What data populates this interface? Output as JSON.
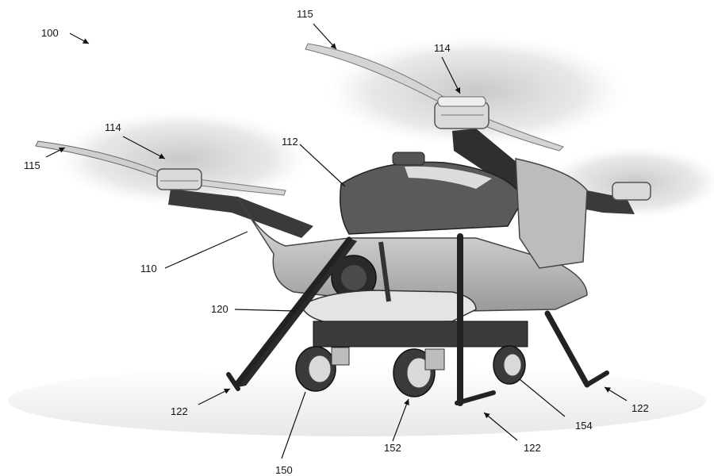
{
  "figure": {
    "figure_number": "100",
    "labels": {
      "arm_front_left": "110",
      "body": "112",
      "motor_left": "114",
      "motor_right": "114",
      "propeller_left": "115",
      "propeller_top": "115",
      "payload_module": "120",
      "leg_front_left": "122",
      "leg_front_center": "122",
      "leg_right": "122",
      "wheel_left": "150",
      "wheel_center": "152",
      "wheel_right": "154"
    }
  }
}
